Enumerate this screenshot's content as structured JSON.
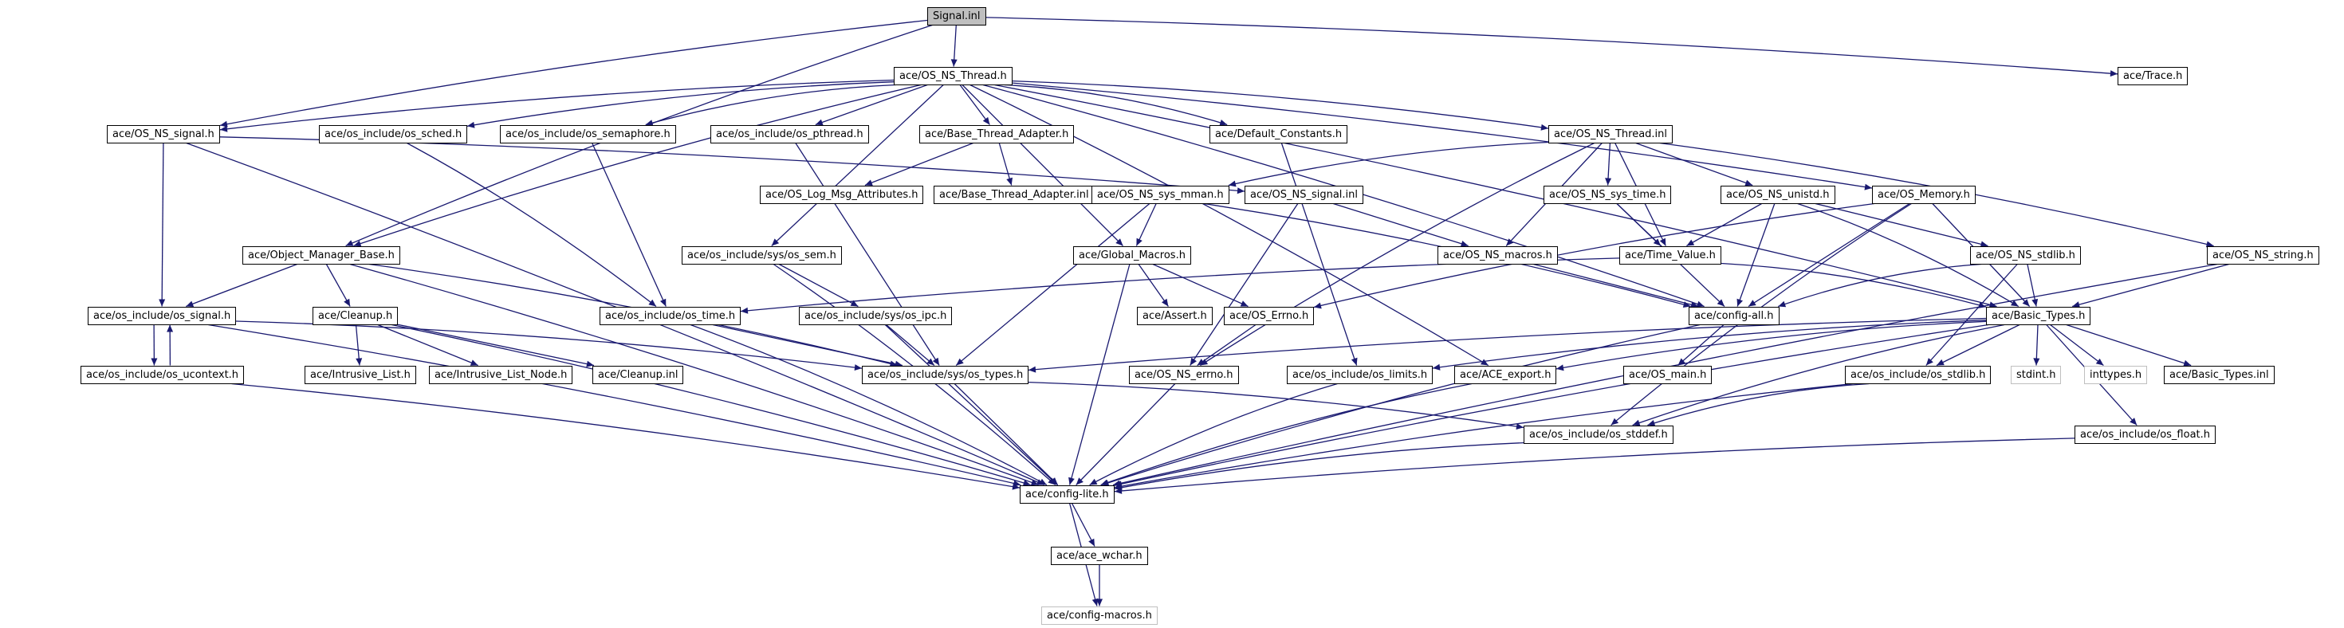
{
  "diagram": {
    "edge_color": "#191970",
    "border_colors": {
      "documented": "#000000",
      "undocumented": "#ff0000",
      "system": "#bfbfbf",
      "root_fill": "#bfbfbf"
    },
    "nodes": [
      {
        "id": "signal_inl",
        "label": "Signal.inl",
        "kind": "root"
      },
      {
        "id": "os_ns_thread_h",
        "label": "ace/OS_NS_Thread.h",
        "kind": "documented"
      },
      {
        "id": "trace_h",
        "label": "ace/Trace.h",
        "kind": "documented"
      },
      {
        "id": "os_ns_signal_h",
        "label": "ace/OS_NS_signal.h",
        "kind": "documented"
      },
      {
        "id": "os_sched_h",
        "label": "ace/os_include/os_sched.h",
        "kind": "documented"
      },
      {
        "id": "os_semaphore_h",
        "label": "ace/os_include/os_semaphore.h",
        "kind": "documented"
      },
      {
        "id": "os_pthread_h",
        "label": "ace/os_include/os_pthread.h",
        "kind": "documented"
      },
      {
        "id": "base_thread_adapter_h",
        "label": "ace/Base_Thread_Adapter.h",
        "kind": "documented"
      },
      {
        "id": "default_constants_h",
        "label": "ace/Default_Constants.h",
        "kind": "documented"
      },
      {
        "id": "os_ns_thread_inl",
        "label": "ace/OS_NS_Thread.inl",
        "kind": "undocumented"
      },
      {
        "id": "os_log_msg_attributes_h",
        "label": "ace/OS_Log_Msg_Attributes.h",
        "kind": "undocumented"
      },
      {
        "id": "base_thread_adapter_inl",
        "label": "ace/Base_Thread_Adapter.inl",
        "kind": "documented"
      },
      {
        "id": "os_ns_sys_mman_h",
        "label": "ace/OS_NS_sys_mman.h",
        "kind": "undocumented"
      },
      {
        "id": "os_ns_signal_inl",
        "label": "ace/OS_NS_signal.inl",
        "kind": "documented"
      },
      {
        "id": "os_ns_sys_time_h",
        "label": "ace/OS_NS_sys_time.h",
        "kind": "undocumented"
      },
      {
        "id": "os_ns_unistd_h",
        "label": "ace/OS_NS_unistd.h",
        "kind": "undocumented"
      },
      {
        "id": "os_memory_h",
        "label": "ace/OS_Memory.h",
        "kind": "documented"
      },
      {
        "id": "object_manager_base_h",
        "label": "ace/Object_Manager_Base.h",
        "kind": "documented"
      },
      {
        "id": "os_sem_h",
        "label": "ace/os_include/sys/os_sem.h",
        "kind": "documented"
      },
      {
        "id": "global_macros_h",
        "label": "ace/Global_Macros.h",
        "kind": "documented"
      },
      {
        "id": "os_ns_macros_h",
        "label": "ace/OS_NS_macros.h",
        "kind": "documented"
      },
      {
        "id": "time_value_h",
        "label": "ace/Time_Value.h",
        "kind": "undocumented"
      },
      {
        "id": "os_ns_stdlib_h",
        "label": "ace/OS_NS_stdlib.h",
        "kind": "undocumented"
      },
      {
        "id": "os_ns_string_h",
        "label": "ace/OS_NS_string.h",
        "kind": "undocumented"
      },
      {
        "id": "os_signal_h",
        "label": "ace/os_include/os_signal.h",
        "kind": "documented"
      },
      {
        "id": "cleanup_h",
        "label": "ace/Cleanup.h",
        "kind": "documented"
      },
      {
        "id": "os_time_h",
        "label": "ace/os_include/os_time.h",
        "kind": "documented"
      },
      {
        "id": "os_ipc_h",
        "label": "ace/os_include/sys/os_ipc.h",
        "kind": "documented"
      },
      {
        "id": "assert_h",
        "label": "ace/Assert.h",
        "kind": "documented"
      },
      {
        "id": "os_errno_h",
        "label": "ace/OS_Errno.h",
        "kind": "undocumented"
      },
      {
        "id": "config_all_h",
        "label": "ace/config-all.h",
        "kind": "documented"
      },
      {
        "id": "basic_types_h",
        "label": "ace/Basic_Types.h",
        "kind": "documented"
      },
      {
        "id": "os_ucontext_h",
        "label": "ace/os_include/os_ucontext.h",
        "kind": "documented"
      },
      {
        "id": "intrusive_list_h",
        "label": "ace/Intrusive_List.h",
        "kind": "undocumented"
      },
      {
        "id": "intrusive_list_node_h",
        "label": "ace/Intrusive_List_Node.h",
        "kind": "undocumented"
      },
      {
        "id": "cleanup_inl",
        "label": "ace/Cleanup.inl",
        "kind": "documented"
      },
      {
        "id": "os_types_h",
        "label": "ace/os_include/sys/os_types.h",
        "kind": "documented"
      },
      {
        "id": "os_ns_errno_h",
        "label": "ace/OS_NS_errno.h",
        "kind": "undocumented"
      },
      {
        "id": "os_limits_h",
        "label": "ace/os_include/os_limits.h",
        "kind": "undocumented"
      },
      {
        "id": "ace_export_h",
        "label": "ace/ACE_export.h",
        "kind": "documented"
      },
      {
        "id": "os_main_h",
        "label": "ace/OS_main.h",
        "kind": "documented"
      },
      {
        "id": "os_stdlib_h",
        "label": "ace/os_include/os_stdlib.h",
        "kind": "undocumented"
      },
      {
        "id": "stdint_h",
        "label": "stdint.h",
        "kind": "system"
      },
      {
        "id": "inttypes_h",
        "label": "inttypes.h",
        "kind": "system"
      },
      {
        "id": "basic_types_inl",
        "label": "ace/Basic_Types.inl",
        "kind": "documented"
      },
      {
        "id": "os_stddef_h",
        "label": "ace/os_include/os_stddef.h",
        "kind": "documented"
      },
      {
        "id": "os_float_h",
        "label": "ace/os_include/os_float.h",
        "kind": "documented"
      },
      {
        "id": "config_lite_h",
        "label": "ace/config-lite.h",
        "kind": "documented"
      },
      {
        "id": "ace_wchar_h",
        "label": "ace/ace_wchar.h",
        "kind": "undocumented"
      },
      {
        "id": "config_macros_h",
        "label": "ace/config-macros.h",
        "kind": "system"
      }
    ],
    "edges": [
      [
        "signal_inl",
        "os_ns_thread_h"
      ],
      [
        "signal_inl",
        "trace_h"
      ],
      [
        "signal_inl",
        "os_ns_signal_h"
      ],
      [
        "signal_inl",
        "object_manager_base_h"
      ],
      [
        "os_ns_thread_h",
        "os_ns_signal_h"
      ],
      [
        "os_ns_thread_h",
        "os_sched_h"
      ],
      [
        "os_ns_thread_h",
        "os_semaphore_h"
      ],
      [
        "os_ns_thread_h",
        "os_pthread_h"
      ],
      [
        "os_ns_thread_h",
        "base_thread_adapter_h"
      ],
      [
        "os_ns_thread_h",
        "default_constants_h"
      ],
      [
        "os_ns_thread_h",
        "os_ns_thread_inl"
      ],
      [
        "os_ns_thread_h",
        "object_manager_base_h"
      ],
      [
        "os_ns_thread_h",
        "os_memory_h"
      ],
      [
        "os_ns_thread_h",
        "config_all_h"
      ],
      [
        "os_ns_thread_h",
        "basic_types_h"
      ],
      [
        "os_ns_thread_h",
        "ace_export_h"
      ],
      [
        "os_ns_thread_h",
        "global_macros_h"
      ],
      [
        "os_ns_thread_h",
        "os_sem_h"
      ],
      [
        "os_ns_signal_h",
        "os_signal_h"
      ],
      [
        "os_ns_signal_h",
        "os_ns_signal_inl"
      ],
      [
        "os_ns_signal_h",
        "config_lite_h"
      ],
      [
        "os_sched_h",
        "os_time_h"
      ],
      [
        "os_semaphore_h",
        "os_time_h"
      ],
      [
        "os_pthread_h",
        "os_types_h"
      ],
      [
        "base_thread_adapter_h",
        "os_log_msg_attributes_h"
      ],
      [
        "base_thread_adapter_h",
        "base_thread_adapter_inl"
      ],
      [
        "default_constants_h",
        "os_limits_h"
      ],
      [
        "os_ns_thread_inl",
        "os_ns_sys_mman_h"
      ],
      [
        "os_ns_thread_inl",
        "os_ns_sys_time_h"
      ],
      [
        "os_ns_thread_inl",
        "os_ns_unistd_h"
      ],
      [
        "os_ns_thread_inl",
        "os_ns_macros_h"
      ],
      [
        "os_ns_thread_inl",
        "time_value_h"
      ],
      [
        "os_ns_thread_inl",
        "os_ns_errno_h"
      ],
      [
        "os_ns_thread_inl",
        "os_ns_string_h"
      ],
      [
        "os_ns_sys_mman_h",
        "global_macros_h"
      ],
      [
        "os_ns_sys_mman_h",
        "os_types_h"
      ],
      [
        "os_ns_sys_mman_h",
        "config_all_h"
      ],
      [
        "os_ns_signal_inl",
        "os_ns_macros_h"
      ],
      [
        "os_ns_signal_inl",
        "os_ns_errno_h"
      ],
      [
        "os_ns_sys_time_h",
        "time_value_h"
      ],
      [
        "os_ns_sys_time_h",
        "config_all_h"
      ],
      [
        "os_ns_unistd_h",
        "time_value_h"
      ],
      [
        "os_ns_unistd_h",
        "os_ns_stdlib_h"
      ],
      [
        "os_ns_unistd_h",
        "config_all_h"
      ],
      [
        "os_ns_unistd_h",
        "basic_types_h"
      ],
      [
        "os_memory_h",
        "os_errno_h"
      ],
      [
        "os_memory_h",
        "os_stddef_h"
      ],
      [
        "os_memory_h",
        "basic_types_h"
      ],
      [
        "os_memory_h",
        "config_all_h"
      ],
      [
        "object_manager_base_h",
        "os_signal_h"
      ],
      [
        "object_manager_base_h",
        "cleanup_h"
      ],
      [
        "object_manager_base_h",
        "os_types_h"
      ],
      [
        "object_manager_base_h",
        "config_lite_h"
      ],
      [
        "os_sem_h",
        "os_ipc_h"
      ],
      [
        "os_sem_h",
        "config_lite_h"
      ],
      [
        "global_macros_h",
        "assert_h"
      ],
      [
        "global_macros_h",
        "os_errno_h"
      ],
      [
        "global_macros_h",
        "config_lite_h"
      ],
      [
        "os_ns_macros_h",
        "config_all_h"
      ],
      [
        "time_value_h",
        "os_time_h"
      ],
      [
        "time_value_h",
        "basic_types_h"
      ],
      [
        "os_ns_stdlib_h",
        "basic_types_h"
      ],
      [
        "os_ns_stdlib_h",
        "os_stdlib_h"
      ],
      [
        "os_ns_stdlib_h",
        "config_all_h"
      ],
      [
        "os_ns_string_h",
        "basic_types_h"
      ],
      [
        "os_ns_string_h",
        "config_lite_h"
      ],
      [
        "os_signal_h",
        "os_ucontext_h"
      ],
      [
        "os_signal_h",
        "os_types_h"
      ],
      [
        "os_signal_h",
        "config_lite_h"
      ],
      [
        "os_ucontext_h",
        "os_signal_h"
      ],
      [
        "os_ucontext_h",
        "config_lite_h"
      ],
      [
        "cleanup_h",
        "intrusive_list_h"
      ],
      [
        "cleanup_h",
        "intrusive_list_node_h"
      ],
      [
        "cleanup_h",
        "cleanup_inl"
      ],
      [
        "cleanup_h",
        "config_lite_h"
      ],
      [
        "os_time_h",
        "os_types_h"
      ],
      [
        "os_time_h",
        "config_lite_h"
      ],
      [
        "os_ipc_h",
        "os_types_h"
      ],
      [
        "os_ipc_h",
        "config_lite_h"
      ],
      [
        "os_errno_h",
        "os_ns_errno_h"
      ],
      [
        "config_all_h",
        "os_main_h"
      ],
      [
        "config_all_h",
        "config_lite_h"
      ],
      [
        "basic_types_h",
        "os_types_h"
      ],
      [
        "basic_types_h",
        "os_limits_h"
      ],
      [
        "basic_types_h",
        "ace_export_h"
      ],
      [
        "basic_types_h",
        "os_stdlib_h"
      ],
      [
        "basic_types_h",
        "stdint_h"
      ],
      [
        "basic_types_h",
        "inttypes_h"
      ],
      [
        "basic_types_h",
        "basic_types_inl"
      ],
      [
        "basic_types_h",
        "os_float_h"
      ],
      [
        "basic_types_h",
        "os_stddef_h"
      ],
      [
        "basic_types_h",
        "config_lite_h"
      ],
      [
        "os_types_h",
        "os_stddef_h"
      ],
      [
        "os_types_h",
        "config_lite_h"
      ],
      [
        "os_ns_errno_h",
        "config_lite_h"
      ],
      [
        "os_limits_h",
        "config_lite_h"
      ],
      [
        "ace_export_h",
        "config_lite_h"
      ],
      [
        "os_stdlib_h",
        "os_stddef_h"
      ],
      [
        "os_stdlib_h",
        "config_lite_h"
      ],
      [
        "os_stddef_h",
        "config_lite_h"
      ],
      [
        "os_float_h",
        "config_lite_h"
      ],
      [
        "config_lite_h",
        "ace_wchar_h"
      ],
      [
        "config_lite_h",
        "config_macros_h"
      ],
      [
        "ace_wchar_h",
        "config_macros_h"
      ]
    ]
  }
}
